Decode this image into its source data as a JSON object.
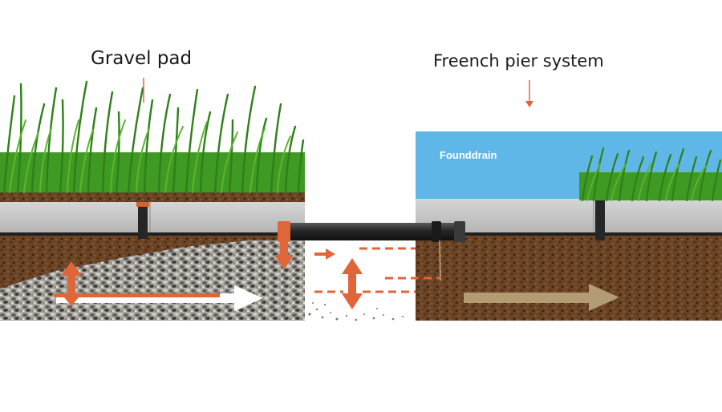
{
  "labels": {
    "left_title": "Gravel pad",
    "right_title": "Freench pier system",
    "sky_label": "Founddrain"
  },
  "colors": {
    "grass": "#3f9a23",
    "grass_dark": "#2a6f17",
    "soil": "#6b4426",
    "soil_dark": "#4a2d18",
    "concrete": "#c8c8c8",
    "gravel": "#7d7b76",
    "sky": "#5eb7e6",
    "pipe": "#2b2b2b",
    "arrow_orange": "#e0663a",
    "arrow_white": "#ffffff",
    "arrow_tan": "#b39b74"
  },
  "icons": {
    "left_pointer": "down-pointer-line",
    "right_pointer": "down-arrow-icon"
  }
}
